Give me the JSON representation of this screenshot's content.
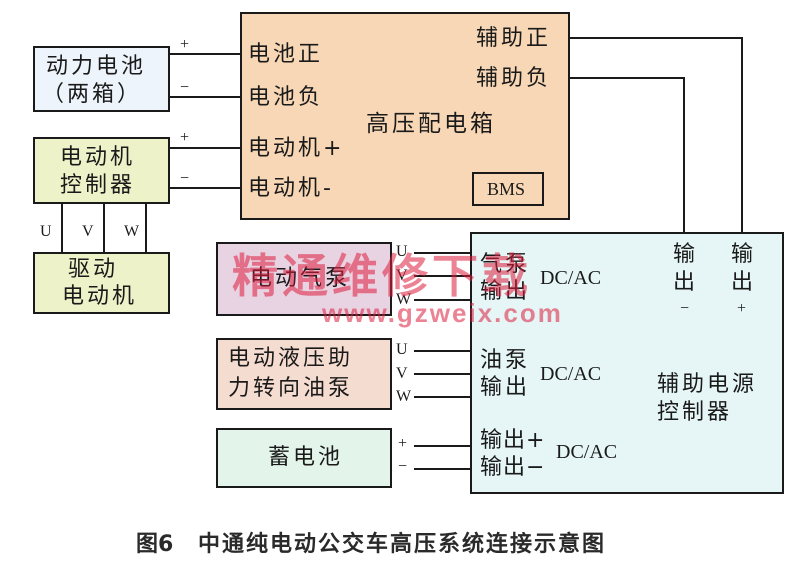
{
  "colors": {
    "battery": "#eef4fb",
    "controller": "#eef2c8",
    "hv_box": "#f7d7b5",
    "pump": "#e8d3e3",
    "steering": "#f5dcd0",
    "aux": "#e6f6f6",
    "storage": "#e3f4ea",
    "watermark": "#dc1e3c"
  },
  "battery": {
    "line1": "动力电池",
    "line2": "（两箱）"
  },
  "controller": {
    "line1": "电动机",
    "line2": "控制器"
  },
  "drive_motor": {
    "line1": "驱动",
    "line2": "电动机"
  },
  "hv_box": {
    "title": "高压配电箱",
    "batt_pos": "电池正",
    "batt_neg": "电池负",
    "motor_pos": "电动机+",
    "motor_neg": "电动机-",
    "aux_pos": "辅助正",
    "aux_neg": "辅助负",
    "bms": "BMS"
  },
  "air_pump": {
    "label": "电动气泵"
  },
  "steering_pump": {
    "line1": "电动液压助",
    "line2": "力转向油泵"
  },
  "storage_battery": {
    "label": "蓄电池"
  },
  "aux_controller": {
    "title_line1": "辅助电源",
    "title_line2": "控制器",
    "out_neg": {
      "l1": "输",
      "l2": "出",
      "l3": "−"
    },
    "out_pos": {
      "l1": "输",
      "l2": "出",
      "l3": "+"
    },
    "air_out": {
      "l1": "气泵",
      "l2": "输出",
      "dcac": "DC/AC"
    },
    "oil_out": {
      "l1": "油泵",
      "l2": "输出",
      "dcac": "DC/AC"
    },
    "storage_out": {
      "l1": "输出+",
      "l2": "输出−",
      "dcac": "DC/AC"
    }
  },
  "terminals": {
    "plus": "+",
    "minus": "−",
    "u": "U",
    "v": "V",
    "w": "W"
  },
  "watermark": {
    "line1": "精通维修下载",
    "line2": "www.gzweix.com"
  },
  "caption": {
    "figure": "图6",
    "text": "中通纯电动公交车高压系统连接示意图"
  }
}
